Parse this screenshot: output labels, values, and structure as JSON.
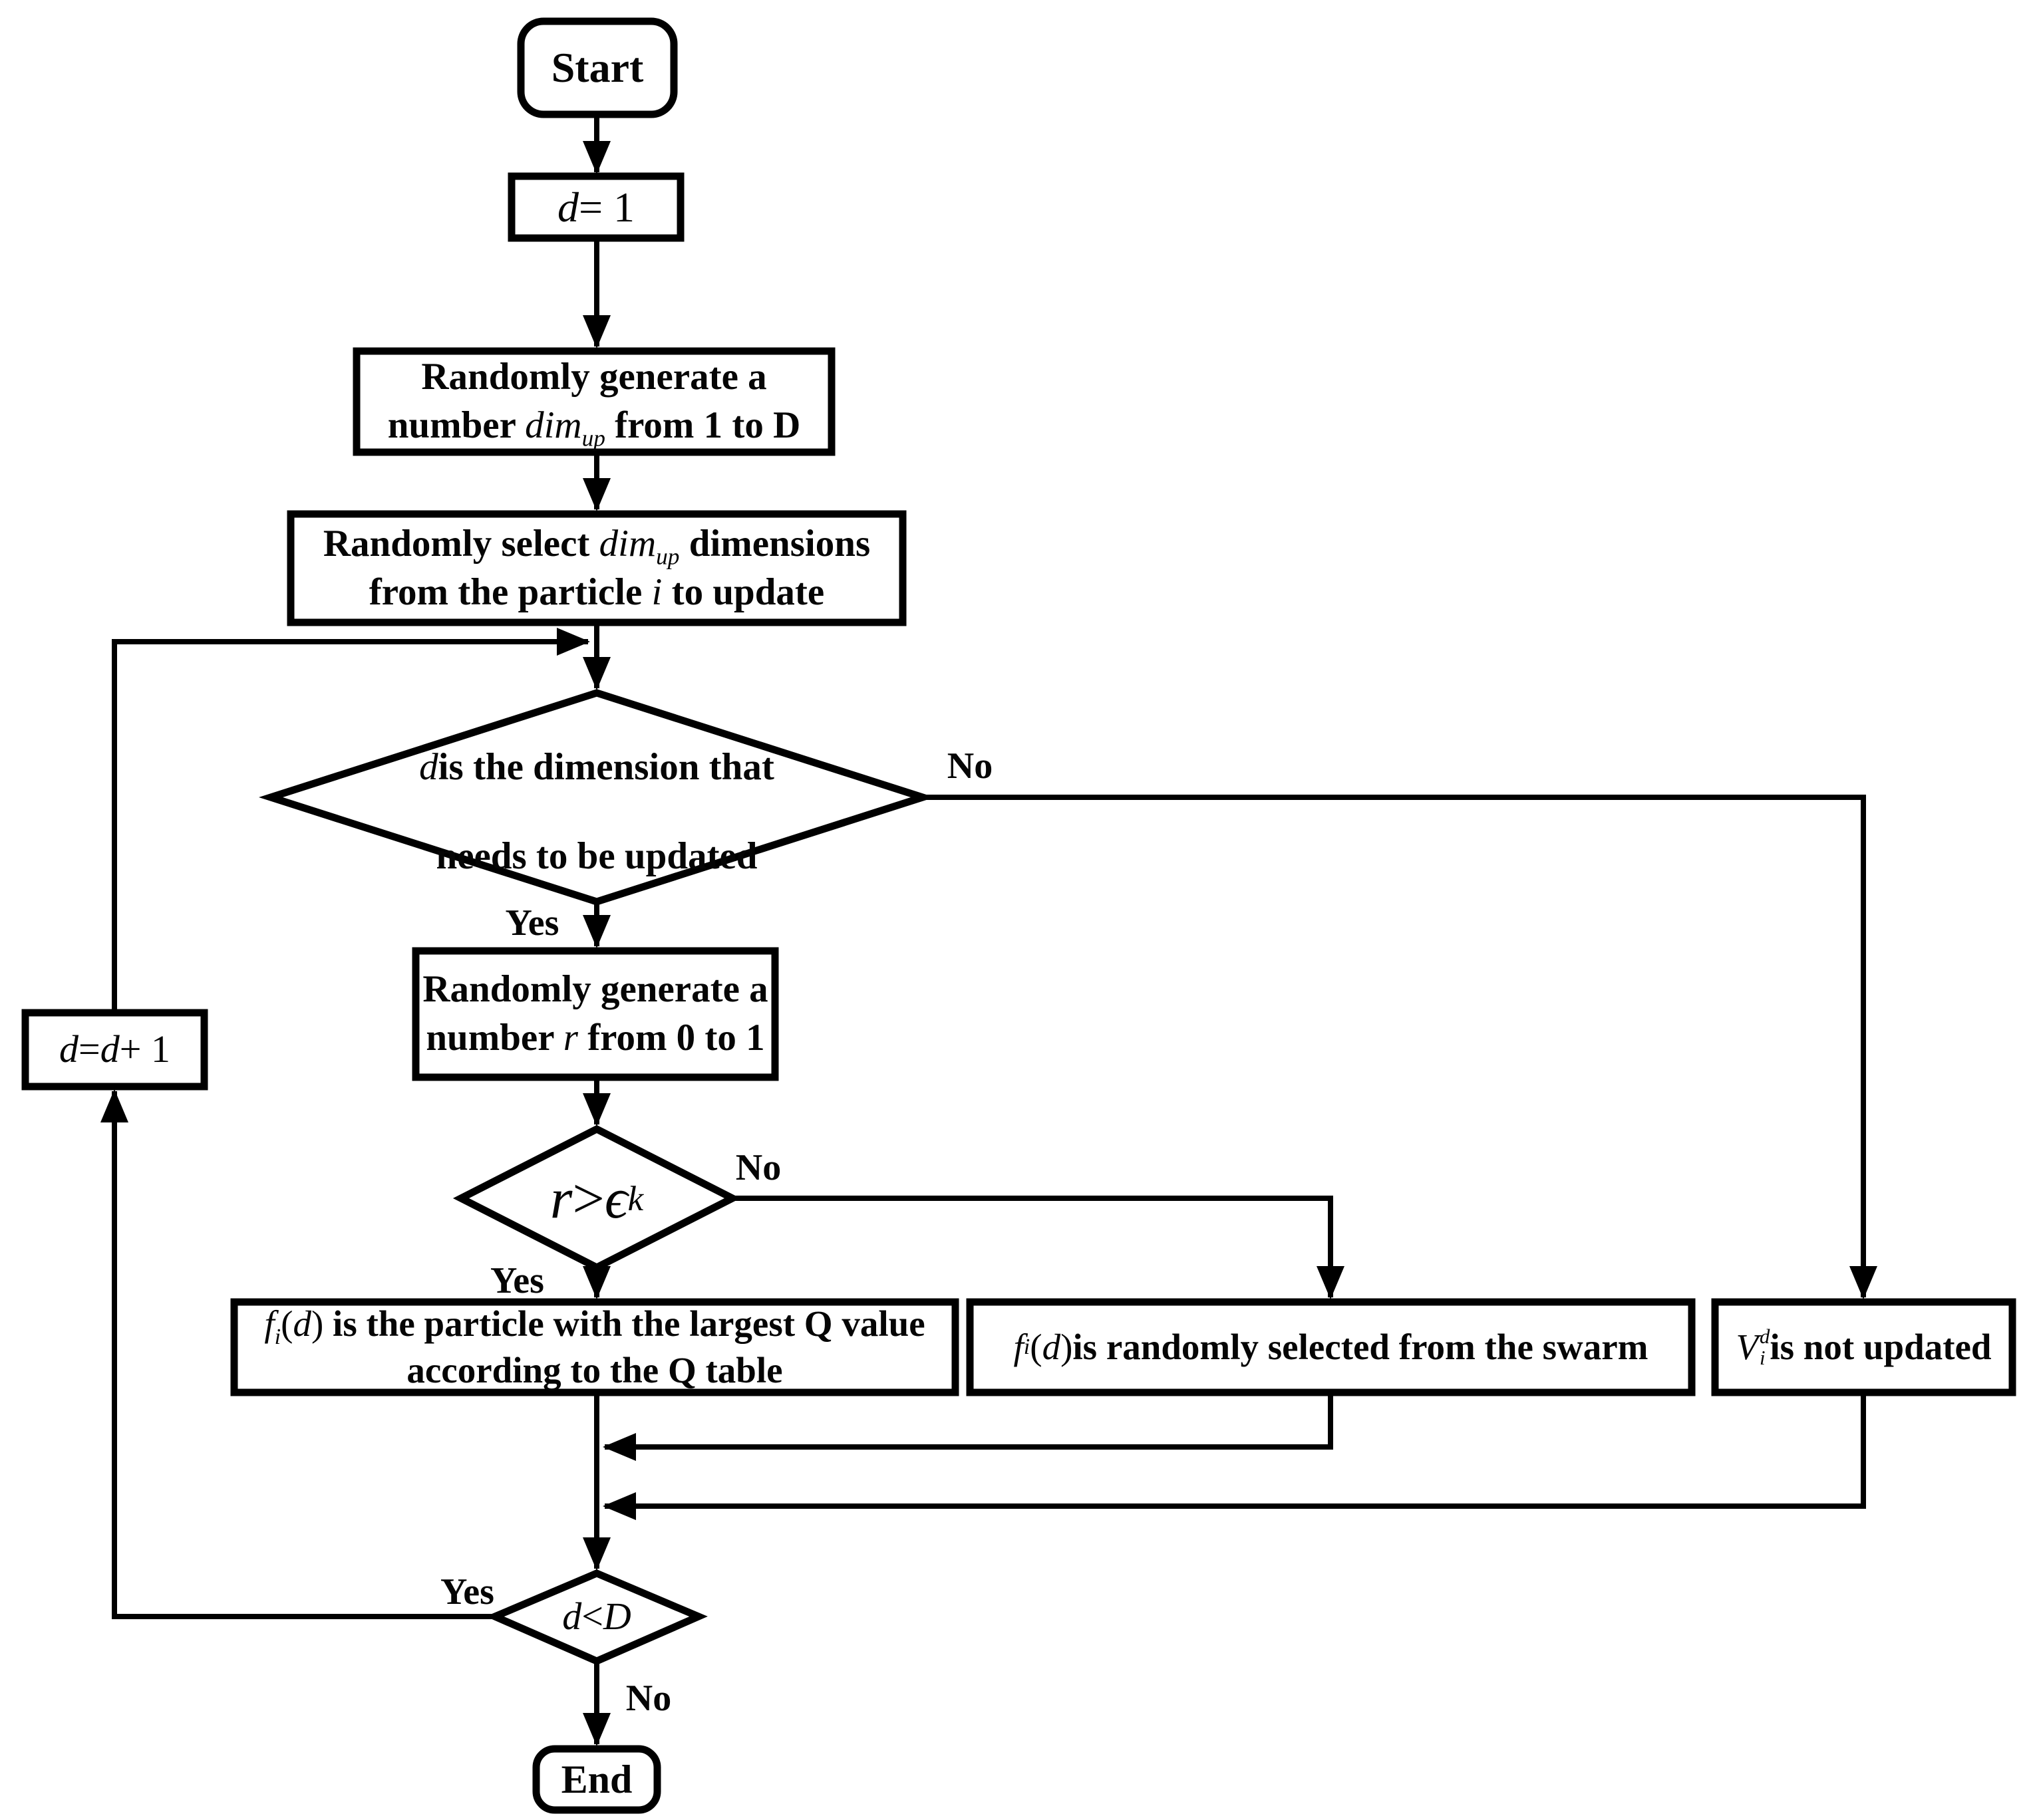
{
  "figure": {
    "type": "flowchart",
    "stroke_color": "#000000",
    "fill_color": "#ffffff"
  },
  "nodes": {
    "start": {
      "label": "Start"
    },
    "init_d": {
      "label": [
        {
          "t": "d",
          "i": 1
        },
        {
          "t": " = 1",
          "r": 1
        }
      ]
    },
    "gen_dim": {
      "line1": "Randomly generate a",
      "line2": [
        {
          "t": "number "
        },
        {
          "t": "dim",
          "i": 1
        },
        {
          "t": "up",
          "sub": 1,
          "i": 1
        },
        {
          "t": " from 1 to D"
        }
      ]
    },
    "sel_dim": {
      "line1": [
        {
          "t": "Randomly select "
        },
        {
          "t": "dim",
          "i": 1
        },
        {
          "t": "up",
          "sub": 1,
          "i": 1
        },
        {
          "t": " dimensions"
        }
      ],
      "line2": [
        {
          "t": "from the particle "
        },
        {
          "t": "i",
          "i": 1
        },
        {
          "t": " to update"
        }
      ]
    },
    "dim_check": {
      "line1": [
        {
          "t": "d",
          "i": 1
        },
        {
          "t": " is the dimension that"
        }
      ],
      "line2": "needs to be updated"
    },
    "gen_r": {
      "line1": "Randomly generate a",
      "line2": [
        {
          "t": "number "
        },
        {
          "t": "r",
          "i": 1
        },
        {
          "t": " from 0 to 1"
        }
      ]
    },
    "eps_check": {
      "label": [
        {
          "t": "r",
          "i": 1
        },
        {
          "t": " > ",
          "r": 1
        },
        {
          "t": "ϵ",
          "i": 1
        },
        {
          "t": "k",
          "sub": 1,
          "i": 1
        }
      ]
    },
    "largest_q": {
      "line1": [
        {
          "t": "f",
          "i": 1
        },
        {
          "t": "i",
          "sub": 1,
          "i": 1
        },
        {
          "t": "(",
          "r": 1
        },
        {
          "t": "d",
          "i": 1
        },
        {
          "t": ") ",
          "r": 1
        },
        {
          "t": "is the particle with the largest Q value"
        }
      ],
      "line2": "according to the Q table"
    },
    "random_swarm": {
      "label": [
        {
          "t": "f",
          "i": 1
        },
        {
          "t": "i",
          "sub": 1,
          "i": 1
        },
        {
          "t": "(",
          "r": 1
        },
        {
          "t": "d",
          "i": 1
        },
        {
          "t": ") ",
          "r": 1
        },
        {
          "t": "is randomly selected from the swarm"
        }
      ]
    },
    "not_updated": {
      "label": [
        {
          "t": "V",
          "i": 1,
          "stack": {
            "sup": "d",
            "sub": "i"
          }
        },
        {
          "t": " is not updated"
        }
      ]
    },
    "incr_d": {
      "label": [
        {
          "t": "d",
          "i": 1
        },
        {
          "t": " = ",
          "r": 1
        },
        {
          "t": "d",
          "i": 1
        },
        {
          "t": " + 1",
          "r": 1
        }
      ]
    },
    "d_check": {
      "label": [
        {
          "t": "d",
          "i": 1
        },
        {
          "t": " < ",
          "r": 1
        },
        {
          "t": "D",
          "i": 1
        }
      ]
    },
    "end": {
      "label": "End"
    }
  },
  "edge_labels": {
    "dim_check_no": "No",
    "dim_check_yes": "Yes",
    "eps_check_no": "No",
    "eps_check_yes": "Yes",
    "loop_yes": "Yes",
    "end_no": "No"
  }
}
